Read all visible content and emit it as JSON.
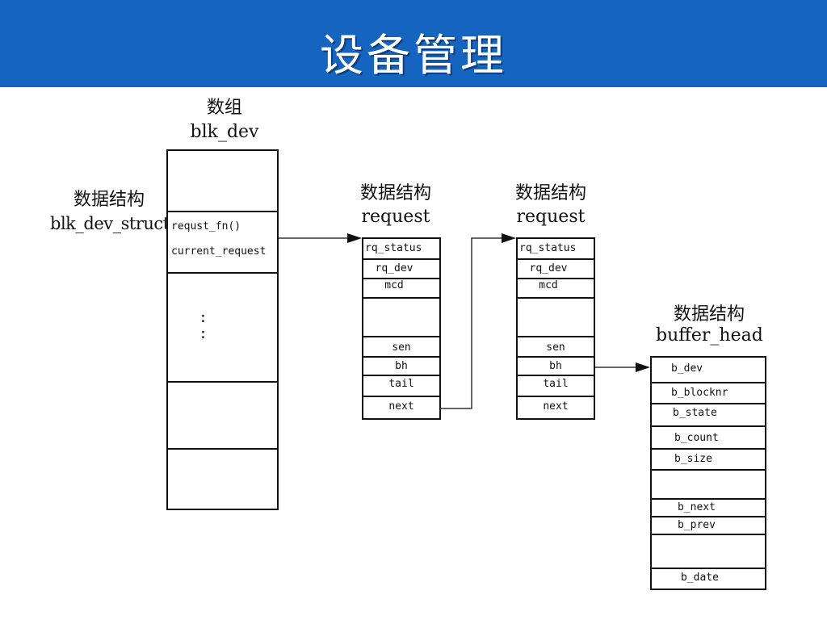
{
  "slide": {
    "title": "设备管理"
  },
  "blk_dev": {
    "caption_line1": "数组",
    "caption_line2": "blk_dev",
    "struct_label_line1": "数据结构",
    "struct_label_line2": "blk_dev_struct",
    "fields": [
      "requst_fn()",
      "current_request"
    ],
    "ellipsis": ":"
  },
  "request1": {
    "label_line1": "数据结构",
    "label_line2": "request",
    "fields_top": [
      "rq_status",
      "rq_dev",
      "mcd"
    ],
    "fields_bottom": [
      "sen",
      "bh",
      "tail",
      "next"
    ]
  },
  "request2": {
    "label_line1": "数据结构",
    "label_line2": "request",
    "fields_top": [
      "rq_status",
      "rq_dev",
      "mcd"
    ],
    "fields_bottom": [
      "sen",
      "bh",
      "tail",
      "next"
    ]
  },
  "buffer_head": {
    "label_line1": "数据结构",
    "label_line2": "buffer_head",
    "fields": [
      "b_dev",
      "b_blocknr",
      "b_state",
      "b_count",
      "b_size",
      "b_next",
      "b_prev",
      "b_date"
    ]
  }
}
